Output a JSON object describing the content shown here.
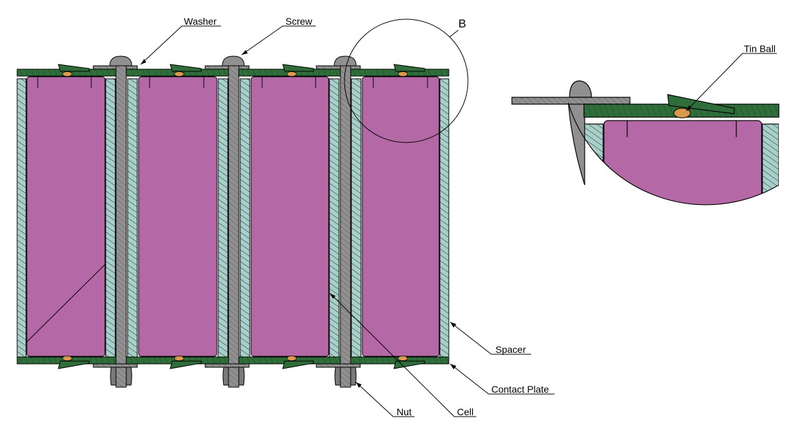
{
  "labels": {
    "washer": "Washer",
    "screw": "Screw",
    "tin_ball": "Tin Ball",
    "spacer": "Spacer",
    "contact_plate": "Contact Plate",
    "nut": "Nut",
    "cell": "Cell"
  },
  "detail_ref": "B",
  "colors": {
    "cell": "#B568A6",
    "spacer": "#A8D0CB",
    "plate": "#2F6E3A",
    "metal": "#909090",
    "tin": "#D99A4E",
    "line": "#000000"
  }
}
